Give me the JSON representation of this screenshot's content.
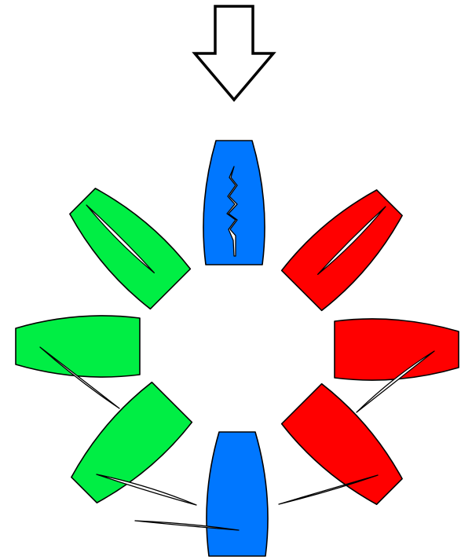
{
  "colors": {
    "port": "#00ee44",
    "starboard": "#ff0000",
    "head_to_wind": "#0077ff",
    "outline": "#000000",
    "sail": "#ffffff"
  },
  "icons": {
    "wind": "wind-direction-arrow-icon"
  },
  "boats": [
    {
      "id": "head-to-wind-luffing",
      "tack": "head_to_wind",
      "sail": "luffing"
    },
    {
      "id": "starboard-close-hauled",
      "tack": "starboard",
      "sail": "close-hauled"
    },
    {
      "id": "starboard-beam-reach",
      "tack": "starboard",
      "sail": "beam-reach"
    },
    {
      "id": "starboard-broad-reach",
      "tack": "starboard",
      "sail": "broad-reach"
    },
    {
      "id": "running-downwind",
      "tack": "head_to_wind",
      "sail": "running"
    },
    {
      "id": "port-broad-reach",
      "tack": "port",
      "sail": "broad-reach"
    },
    {
      "id": "port-beam-reach",
      "tack": "port",
      "sail": "beam-reach"
    },
    {
      "id": "port-close-hauled",
      "tack": "port",
      "sail": "close-hauled"
    }
  ]
}
